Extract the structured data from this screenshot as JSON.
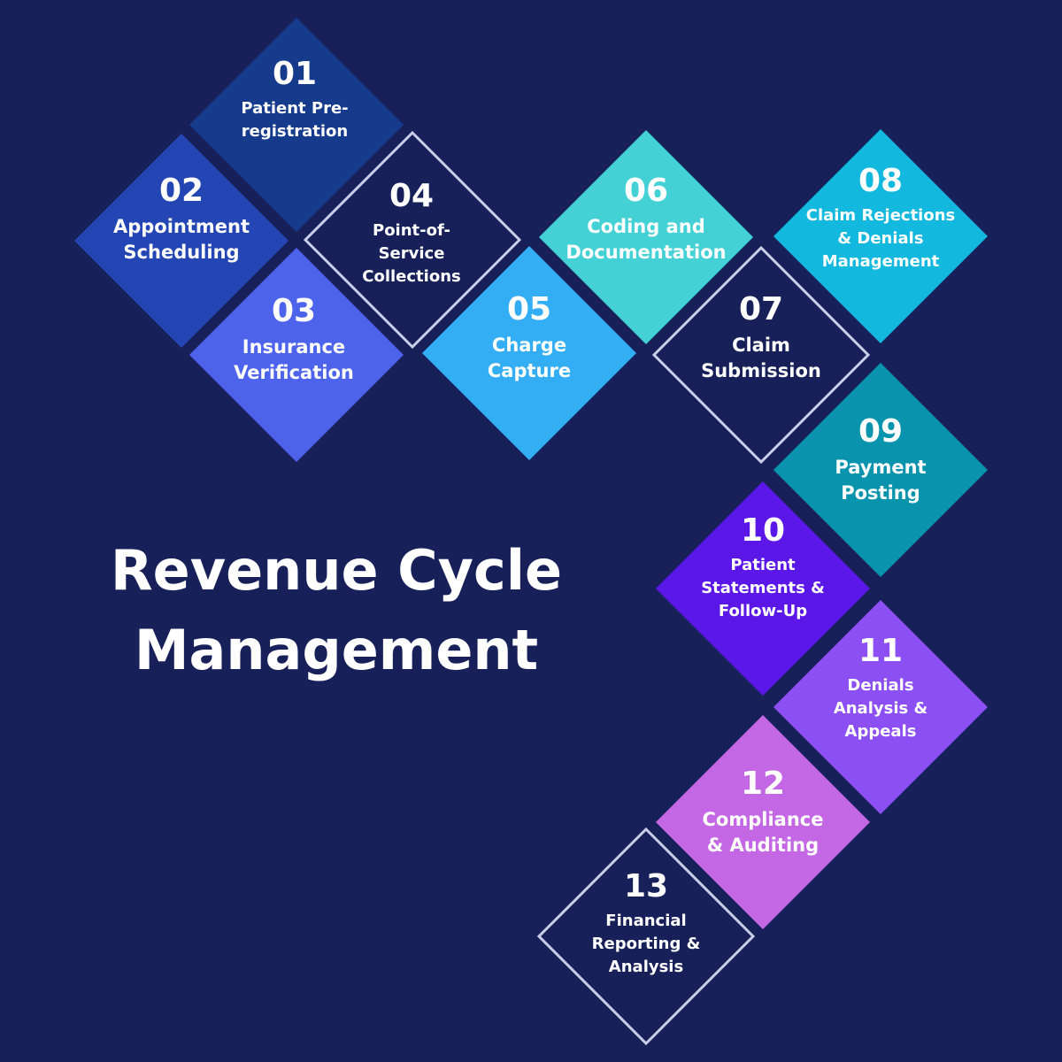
{
  "title": "Revenue Cycle\nManagement",
  "background": "#18205a",
  "steps": [
    {
      "number": "01",
      "label": "Patient Pre-\nregistration",
      "fill": "#163a8c",
      "outline": false
    },
    {
      "number": "02",
      "label": "Appointment\nScheduling",
      "fill": "#2446b5",
      "outline": false
    },
    {
      "number": "03",
      "label": "Insurance\nVerification",
      "fill": "#4d63ec",
      "outline": false
    },
    {
      "number": "04",
      "label": "Point-of-\nService\nCollections",
      "fill": "none",
      "outline": true
    },
    {
      "number": "05",
      "label": "Charge\nCapture",
      "fill": "#33aef5",
      "outline": false
    },
    {
      "number": "06",
      "label": "Coding and\nDocumentation",
      "fill": "#43d1d6",
      "outline": false
    },
    {
      "number": "07",
      "label": "Claim\nSubmission",
      "fill": "none",
      "outline": true
    },
    {
      "number": "08",
      "label": "Claim Rejections\n& Denials\nManagement",
      "fill": "#12b8dd",
      "outline": false
    },
    {
      "number": "09",
      "label": "Payment\nPosting",
      "fill": "#0993ad",
      "outline": false
    },
    {
      "number": "10",
      "label": "Patient\nStatements &\nFollow-Up",
      "fill": "#5b16e8",
      "outline": false
    },
    {
      "number": "11",
      "label": "Denials\nAnalysis &\nAppeals",
      "fill": "#8c4ff4",
      "outline": false
    },
    {
      "number": "12",
      "label": "Compliance\n& Auditing",
      "fill": "#c467e4",
      "outline": false
    },
    {
      "number": "13",
      "label": "Financial\nReporting &\nAnalysis",
      "fill": "none",
      "outline": true
    }
  ]
}
